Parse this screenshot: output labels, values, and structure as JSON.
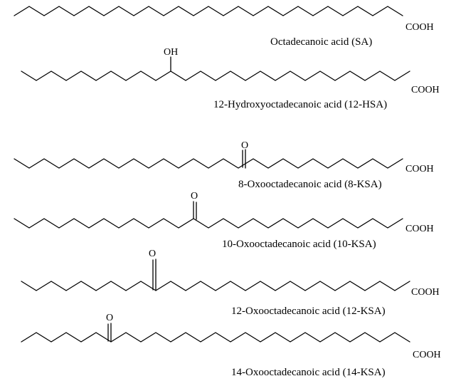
{
  "figure": {
    "molecules": [
      {
        "id": "sa",
        "name": "Octadecanoic acid (SA)",
        "acid_group": "COOH",
        "substituent": "",
        "substituent_label": ""
      },
      {
        "id": "12-hsa",
        "name": "12-Hydroxyoctadecanoic acid (12-HSA)",
        "acid_group": "COOH",
        "substituent": "OH",
        "substituent_label": "OH"
      },
      {
        "id": "8-ksa",
        "name": "8-Oxooctadecanoic acid (8-KSA)",
        "acid_group": "COOH",
        "substituent": "O",
        "substituent_label": "O"
      },
      {
        "id": "10-ksa",
        "name": "10-Oxooctadecanoic acid (10-KSA)",
        "acid_group": "COOH",
        "substituent": "O",
        "substituent_label": "O"
      },
      {
        "id": "12-ksa",
        "name": "12-Oxooctadecanoic acid (12-KSA)",
        "acid_group": "COOH",
        "substituent": "O",
        "substituent_label": "O"
      },
      {
        "id": "14-ksa",
        "name": "14-Oxooctadecanoic acid (14-KSA)",
        "acid_group": "COOH",
        "substituent": "O",
        "substituent_label": "O"
      }
    ]
  }
}
